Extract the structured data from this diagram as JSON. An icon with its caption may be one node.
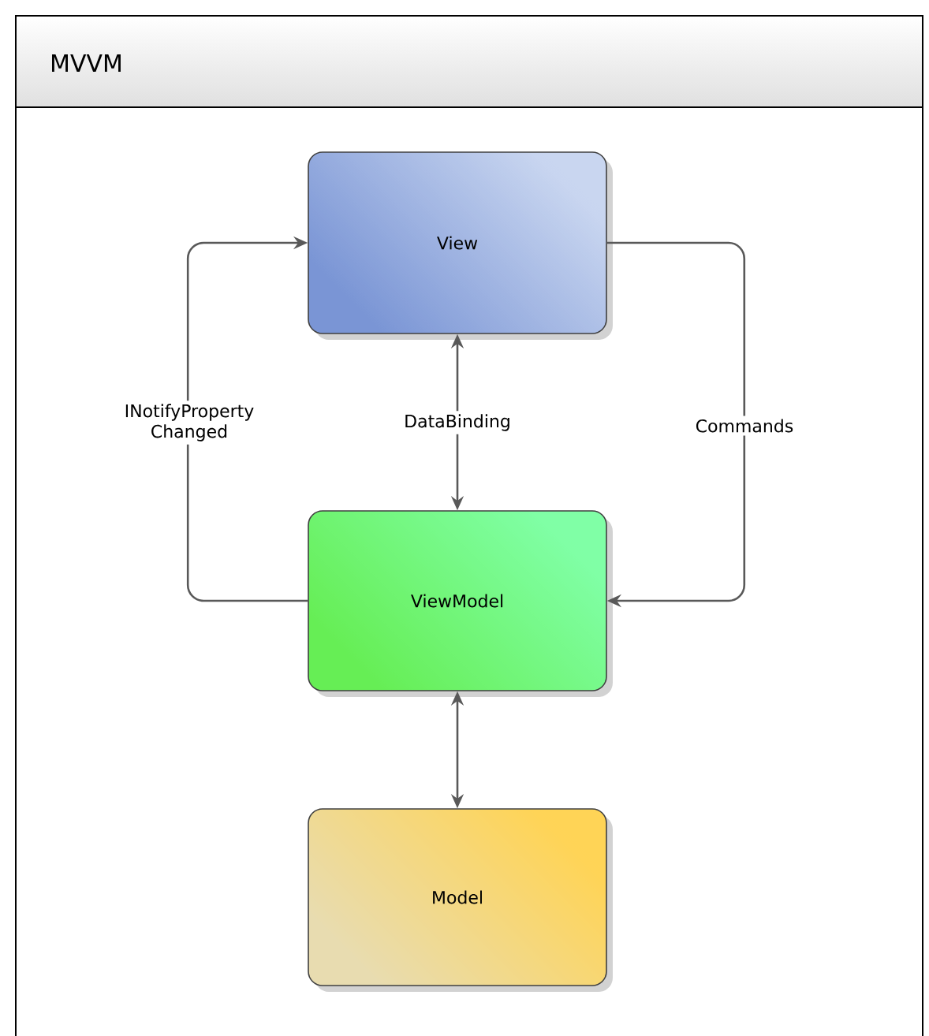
{
  "diagram": {
    "title": "MVVM",
    "nodes": [
      {
        "text": [
          "View"
        ]
      },
      {
        "text": [
          "ViewModel"
        ]
      },
      {
        "text": [
          "Model"
        ]
      }
    ],
    "edges": [
      {
        "from": 1,
        "to": 0,
        "arrow": "both",
        "label": "DataBinding"
      },
      {
        "from": 1,
        "to": 0,
        "arrow": "to",
        "label": "INotifyProperty Changed"
      },
      {
        "from": 0,
        "to": 1,
        "arrow": "to",
        "label": "Commands"
      },
      {
        "from": 1,
        "to": 2,
        "arrow": "both"
      }
    ]
  }
}
